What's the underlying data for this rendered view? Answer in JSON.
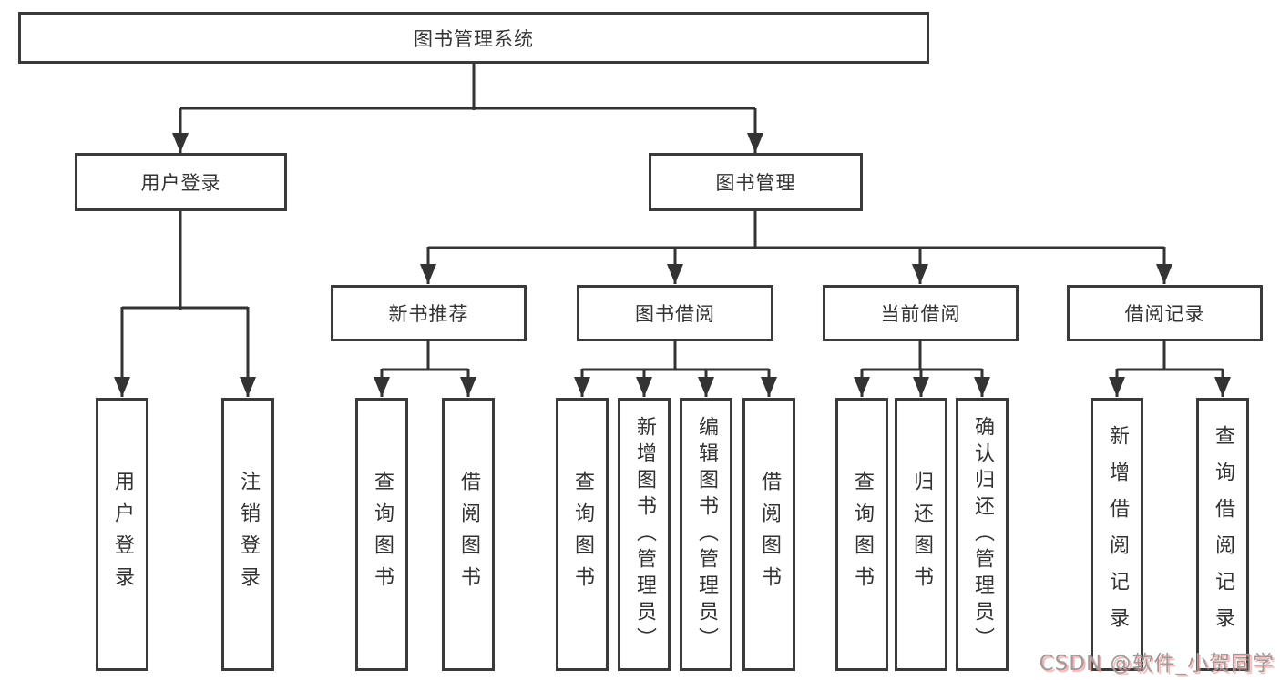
{
  "diagram": {
    "root": "图书管理系统",
    "level2": [
      {
        "label": "用户登录",
        "children": [
          "用户登录",
          "注销登录"
        ]
      },
      {
        "label": "图书管理",
        "children": [
          {
            "label": "新书推荐",
            "children": [
              "查询图书",
              "借阅图书"
            ]
          },
          {
            "label": "图书借阅",
            "children": [
              "查询图书",
              "新增图书（管理员）",
              "编辑图书（管理员）",
              "借阅图书"
            ]
          },
          {
            "label": "当前借阅",
            "children": [
              "查询图书",
              "归还图书",
              "确认归还（管理员）"
            ]
          },
          {
            "label": "借阅记录",
            "children": [
              "新增借阅记录",
              "查询借阅记录"
            ]
          }
        ]
      }
    ]
  },
  "colors": {
    "line": "#333333",
    "box_border": "#3a3a3a",
    "text": "#333333",
    "watermark": "#9c9c9c"
  },
  "watermark": "CSDN @软件_小贺同学"
}
